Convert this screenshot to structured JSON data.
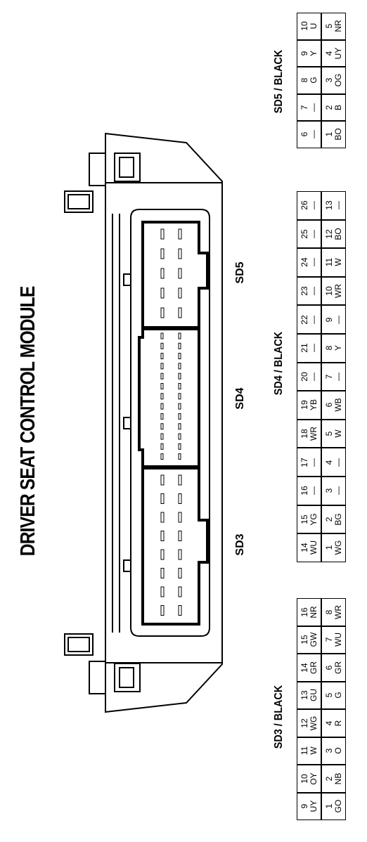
{
  "title": "DRIVER SEAT CONTROL MODULE",
  "connector_labels": [
    "SD3",
    "SD4",
    "SD5"
  ],
  "connectors": [
    {
      "id": "sd3",
      "header": "SD3 / BLACK",
      "top_row": [
        {
          "pin": "16",
          "color": "NR"
        },
        {
          "pin": "15",
          "color": "GW"
        },
        {
          "pin": "14",
          "color": "GR"
        },
        {
          "pin": "13",
          "color": "GU"
        },
        {
          "pin": "12",
          "color": "WG"
        },
        {
          "pin": "11",
          "color": "W"
        },
        {
          "pin": "10",
          "color": "OY"
        },
        {
          "pin": "9",
          "color": "UY"
        }
      ],
      "bottom_row": [
        {
          "pin": "8",
          "color": "WR"
        },
        {
          "pin": "7",
          "color": "WU"
        },
        {
          "pin": "6",
          "color": "GR"
        },
        {
          "pin": "5",
          "color": "G"
        },
        {
          "pin": "4",
          "color": "R"
        },
        {
          "pin": "3",
          "color": "O"
        },
        {
          "pin": "2",
          "color": "NB"
        },
        {
          "pin": "1",
          "color": "GO"
        }
      ]
    },
    {
      "id": "sd4",
      "header": "SD4 / BLACK",
      "top_row": [
        {
          "pin": "26",
          "color": "—"
        },
        {
          "pin": "25",
          "color": "—"
        },
        {
          "pin": "24",
          "color": "—"
        },
        {
          "pin": "23",
          "color": "—"
        },
        {
          "pin": "22",
          "color": "—"
        },
        {
          "pin": "21",
          "color": "—"
        },
        {
          "pin": "20",
          "color": "—"
        },
        {
          "pin": "19",
          "color": "YB"
        },
        {
          "pin": "18",
          "color": "WR"
        },
        {
          "pin": "17",
          "color": "—"
        },
        {
          "pin": "16",
          "color": "—"
        },
        {
          "pin": "15",
          "color": "YG"
        },
        {
          "pin": "14",
          "color": "WU"
        }
      ],
      "bottom_row": [
        {
          "pin": "13",
          "color": "—"
        },
        {
          "pin": "12",
          "color": "BO"
        },
        {
          "pin": "11",
          "color": "W"
        },
        {
          "pin": "10",
          "color": "WR"
        },
        {
          "pin": "9",
          "color": "—"
        },
        {
          "pin": "8",
          "color": "Y"
        },
        {
          "pin": "7",
          "color": "—"
        },
        {
          "pin": "6",
          "color": "WB"
        },
        {
          "pin": "5",
          "color": "W"
        },
        {
          "pin": "4",
          "color": "—"
        },
        {
          "pin": "3",
          "color": "—"
        },
        {
          "pin": "2",
          "color": "BG"
        },
        {
          "pin": "1",
          "color": "WG"
        }
      ]
    },
    {
      "id": "sd5",
      "header": "SD5 / BLACK",
      "top_row": [
        {
          "pin": "10",
          "color": "U"
        },
        {
          "pin": "9",
          "color": "Y"
        },
        {
          "pin": "8",
          "color": "G"
        },
        {
          "pin": "7",
          "color": "—"
        },
        {
          "pin": "6",
          "color": "—"
        }
      ],
      "bottom_row": [
        {
          "pin": "5",
          "color": "NR"
        },
        {
          "pin": "4",
          "color": "UY"
        },
        {
          "pin": "3",
          "color": "OG"
        },
        {
          "pin": "2",
          "color": "B"
        },
        {
          "pin": "1",
          "color": "BO"
        }
      ]
    }
  ]
}
